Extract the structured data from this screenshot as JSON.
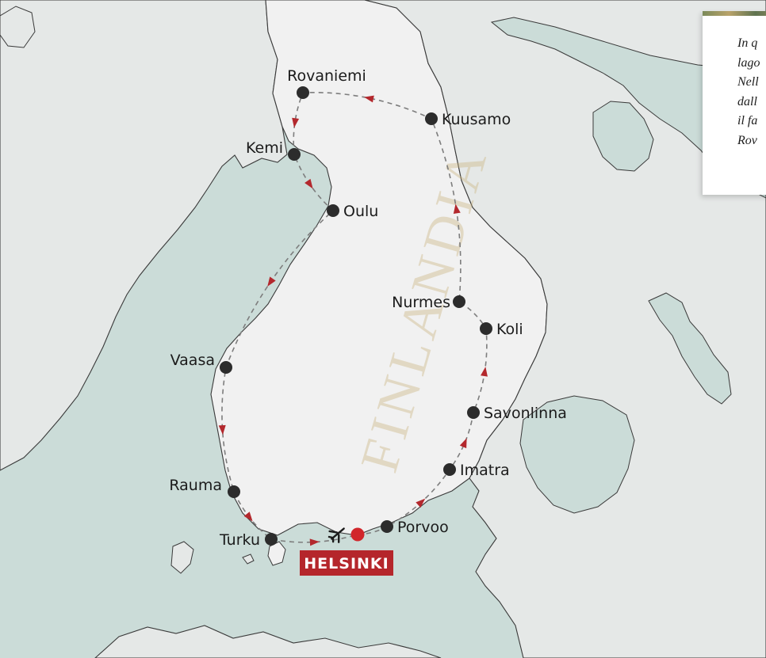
{
  "map": {
    "country_label": "FINLANDIA",
    "colors": {
      "sea": "#cbdcd8",
      "land": "#f1f1f1",
      "neighbor_land": "#e5e8e7",
      "coast": "#3a3a3a",
      "route": "#7d7d7d",
      "arrow": "#b3282d",
      "city": "#2c2c2c",
      "capital_marker": "#d1262b",
      "capital_badge": "#b5262b"
    },
    "capital": {
      "label": "HELSINKI",
      "icon": "airplane-icon"
    },
    "cities": [
      {
        "id": "rovaniemi",
        "label": "Rovaniemi"
      },
      {
        "id": "kuusamo",
        "label": "Kuusamo"
      },
      {
        "id": "kemi",
        "label": "Kemi"
      },
      {
        "id": "oulu",
        "label": "Oulu"
      },
      {
        "id": "nurmes",
        "label": "Nurmes"
      },
      {
        "id": "koli",
        "label": "Koli"
      },
      {
        "id": "vaasa",
        "label": "Vaasa"
      },
      {
        "id": "savonlinna",
        "label": "Savonlinna"
      },
      {
        "id": "imatra",
        "label": "Imatra"
      },
      {
        "id": "rauma",
        "label": "Rauma"
      },
      {
        "id": "turku",
        "label": "Turku"
      },
      {
        "id": "porvoo",
        "label": "Porvoo"
      }
    ]
  },
  "caption": {
    "lines": [
      "In q",
      "lago",
      "Nell",
      "dall",
      "il fa",
      "Rov"
    ]
  }
}
